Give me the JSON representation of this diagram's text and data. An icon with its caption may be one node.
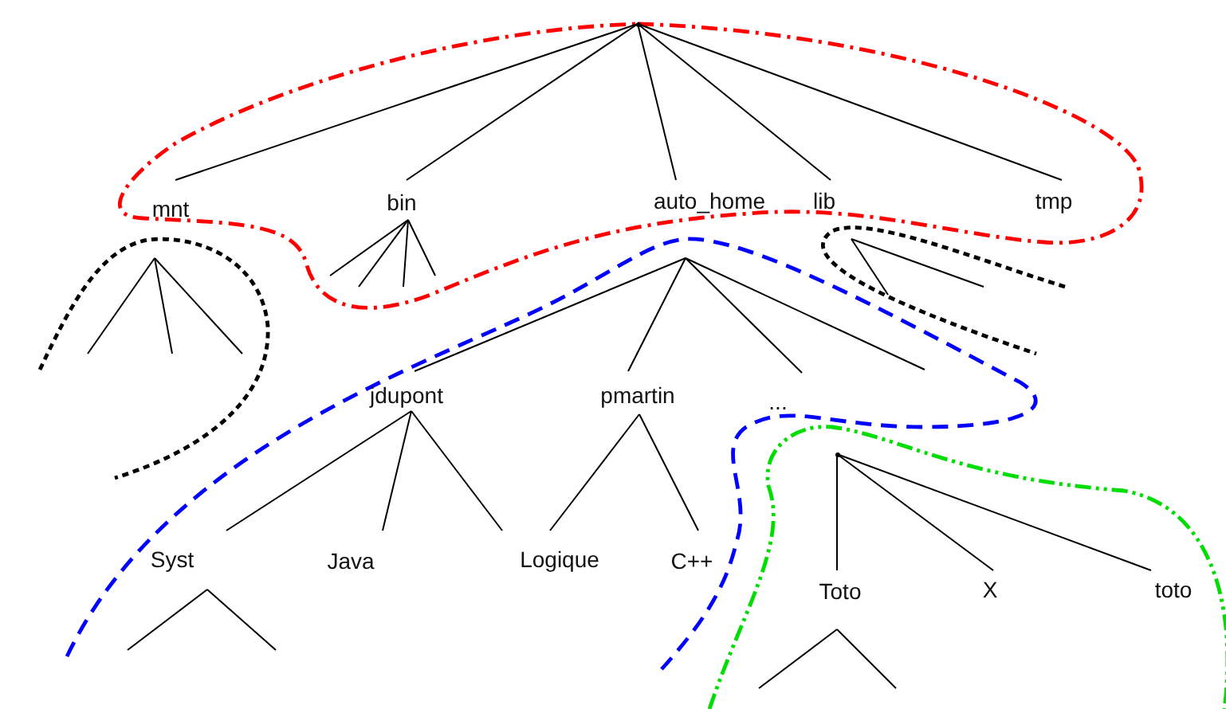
{
  "diagram": {
    "nodes": [
      {
        "text": [],
        "shape": "point"
      },
      {
        "text": [
          "mnt"
        ]
      },
      {
        "text": [
          "bin"
        ]
      },
      {
        "text": [
          "auto_home"
        ]
      },
      {
        "text": [
          "lib"
        ]
      },
      {
        "text": [
          "tmp"
        ]
      },
      {
        "text": [
          "jdupont"
        ]
      },
      {
        "text": [
          "pmartin"
        ]
      },
      {
        "text": [
          "..."
        ]
      },
      {
        "text": [
          "Syst"
        ]
      },
      {
        "text": [
          "Java"
        ]
      },
      {
        "text": [
          "Logique"
        ]
      },
      {
        "text": [
          "C++"
        ]
      },
      {
        "text": [],
        "shape": "point"
      },
      {
        "text": [
          "Toto"
        ]
      },
      {
        "text": [
          "X"
        ]
      },
      {
        "text": [
          "toto"
        ]
      }
    ],
    "edges": [
      {
        "from": 0,
        "to": 1,
        "arrow": "none"
      },
      {
        "from": 0,
        "to": 2,
        "arrow": "none"
      },
      {
        "from": 0,
        "to": 3,
        "arrow": "none"
      },
      {
        "from": 0,
        "to": 4,
        "arrow": "none"
      },
      {
        "from": 0,
        "to": 5,
        "arrow": "none"
      },
      {
        "from": 1,
        "to": null,
        "arrow": "none"
      },
      {
        "from": 1,
        "to": null,
        "arrow": "none"
      },
      {
        "from": 1,
        "to": null,
        "arrow": "none"
      },
      {
        "from": 2,
        "to": null,
        "arrow": "none"
      },
      {
        "from": 2,
        "to": null,
        "arrow": "none"
      },
      {
        "from": 2,
        "to": null,
        "arrow": "none"
      },
      {
        "from": 2,
        "to": null,
        "arrow": "none"
      },
      {
        "from": 3,
        "to": 6,
        "arrow": "none"
      },
      {
        "from": 3,
        "to": 7,
        "arrow": "none"
      },
      {
        "from": 3,
        "to": 8,
        "arrow": "none"
      },
      {
        "from": 3,
        "to": null,
        "arrow": "none"
      },
      {
        "from": 4,
        "to": null,
        "arrow": "none"
      },
      {
        "from": 4,
        "to": null,
        "arrow": "none"
      },
      {
        "from": 6,
        "to": 9,
        "arrow": "none"
      },
      {
        "from": 6,
        "to": 10,
        "arrow": "none"
      },
      {
        "from": 6,
        "to": 11,
        "arrow": "none"
      },
      {
        "from": 7,
        "to": 11,
        "arrow": "none"
      },
      {
        "from": 7,
        "to": 12,
        "arrow": "none"
      },
      {
        "from": 9,
        "to": null,
        "arrow": "none"
      },
      {
        "from": 9,
        "to": null,
        "arrow": "none"
      },
      {
        "from": 13,
        "to": 14,
        "arrow": "none"
      },
      {
        "from": 13,
        "to": 15,
        "arrow": "none"
      },
      {
        "from": 13,
        "to": 16,
        "arrow": "none"
      },
      {
        "from": 14,
        "to": null,
        "arrow": "none"
      },
      {
        "from": 14,
        "to": null,
        "arrow": "none"
      }
    ]
  }
}
